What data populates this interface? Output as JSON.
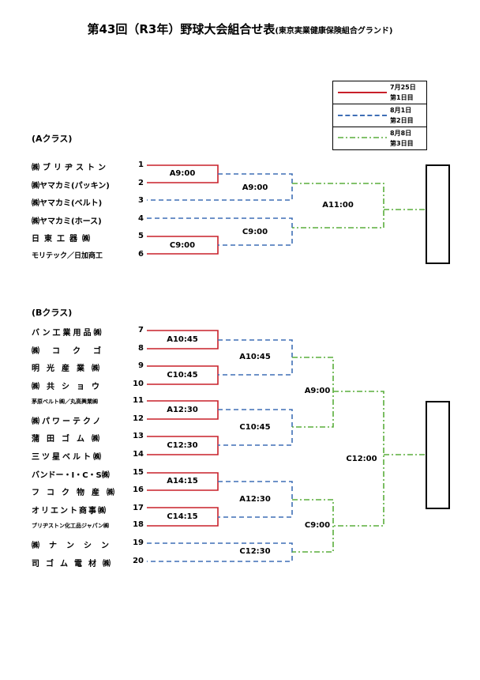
{
  "header": {
    "title": "第43回（R3年）野球大会組合せ表",
    "subtitle": "(東京実業健康保険組合グランド)"
  },
  "legend": [
    {
      "date": "7月25日",
      "day": "第1日目",
      "style": "solid",
      "color": "#c8202a"
    },
    {
      "date": "8月1日",
      "day": "第2日目",
      "style": "dashed",
      "color": "#3f6fb6"
    },
    {
      "date": "8月8日",
      "day": "第3日目",
      "style": "dashdot",
      "color": "#5aae3b"
    }
  ],
  "classA": {
    "label": "(Aクラス)",
    "teams": [
      {
        "name": "㈱ブリヂストン",
        "num": "1"
      },
      {
        "name": "㈱ヤマカミ(パッキン)",
        "num": "2"
      },
      {
        "name": "㈱ヤマカミ(ベルト)",
        "num": "3"
      },
      {
        "name": "㈱ヤマカミ(ホース)",
        "num": "4"
      },
      {
        "name": "日東工器㈱",
        "num": "5"
      },
      {
        "name": "モリテック／日加商工",
        "num": "6"
      }
    ],
    "games": {
      "r1a": "A9:00",
      "r1b": "C9:00",
      "r2a": "A9:00",
      "r2b": "C9:00",
      "r3": "A11:00"
    }
  },
  "classB": {
    "label": "(Bクラス)",
    "teams": [
      {
        "name": "バン工業用品㈱",
        "num": "7"
      },
      {
        "name": "㈱コクゴ",
        "num": "8"
      },
      {
        "name": "明光産業㈱",
        "num": "9"
      },
      {
        "name": "㈱共ショウ",
        "num": "10"
      },
      {
        "name": "茅原ベルト㈱／丸高興業㈱",
        "num": "11"
      },
      {
        "name": "㈱パワーテクノ",
        "num": "12"
      },
      {
        "name": "蒲田ゴム㈱",
        "num": "13"
      },
      {
        "name": "三ツ星ベルト㈱",
        "num": "14"
      },
      {
        "name": "バンドー・I・C・S㈱",
        "num": "15"
      },
      {
        "name": "フコク物産㈱",
        "num": "16"
      },
      {
        "name": "オリエント商事㈱",
        "num": "17"
      },
      {
        "name": "ブリヂストン化工品ジャパン㈱",
        "num": "18"
      },
      {
        "name": "㈱ナンシン",
        "num": "19"
      },
      {
        "name": "司ゴム電材㈱",
        "num": "20"
      }
    ],
    "games": {
      "r1a": "A10:45",
      "r1b": "C10:45",
      "r1c": "A12:30",
      "r1d": "C12:30",
      "r1e": "A14:15",
      "r1f": "C14:15",
      "r2a": "A10:45",
      "r2b": "C10:45",
      "r2c": "A12:30",
      "r2d": "C12:30",
      "r3a": "A9:00",
      "r3b": "C9:00",
      "r4": "C12:00"
    }
  }
}
